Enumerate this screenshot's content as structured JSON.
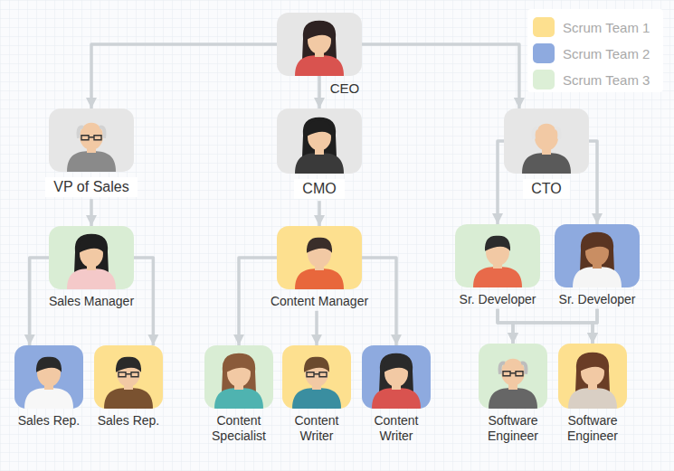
{
  "diagram": {
    "nodes": [
      {
        "text": [
          "CEO"
        ]
      },
      {
        "text": [
          "VP of Sales"
        ]
      },
      {
        "text": [
          "CMO"
        ]
      },
      {
        "text": [
          "CTO"
        ]
      },
      {
        "text": [
          "Sales Manager"
        ]
      },
      {
        "text": [
          "Content Manager"
        ]
      },
      {
        "text": [
          "Sr. Developer"
        ]
      },
      {
        "text": [
          "Sr. Developer"
        ]
      },
      {
        "text": [
          "Sales Rep."
        ]
      },
      {
        "text": [
          "Sales Rep."
        ]
      },
      {
        "text": [
          "Content Specialist"
        ]
      },
      {
        "text": [
          "Content Writer"
        ]
      },
      {
        "text": [
          "Content Writer"
        ]
      },
      {
        "text": [
          "Software Engineer"
        ]
      },
      {
        "text": [
          "Software Engineer"
        ]
      }
    ],
    "edges": [
      {
        "from": 0,
        "to": 1,
        "arrow": "to"
      },
      {
        "from": 0,
        "to": 2,
        "arrow": "to"
      },
      {
        "from": 0,
        "to": 3,
        "arrow": "to"
      },
      {
        "from": 1,
        "to": 4,
        "arrow": "to"
      },
      {
        "from": 4,
        "to": 8,
        "arrow": "to"
      },
      {
        "from": 4,
        "to": 9,
        "arrow": "to"
      },
      {
        "from": 2,
        "to": 5,
        "arrow": "to"
      },
      {
        "from": 5,
        "to": 10,
        "arrow": "to"
      },
      {
        "from": 5,
        "to": 11,
        "arrow": "to"
      },
      {
        "from": 5,
        "to": 12,
        "arrow": "to"
      },
      {
        "from": 3,
        "to": 6,
        "arrow": "to"
      },
      {
        "from": 3,
        "to": 7,
        "arrow": "to"
      },
      {
        "from": 6,
        "to": 13,
        "arrow": "to"
      },
      {
        "from": 6,
        "to": 14,
        "arrow": "to"
      },
      {
        "from": 7,
        "to": 13,
        "arrow": "to"
      },
      {
        "from": 7,
        "to": 14,
        "arrow": "to"
      }
    ],
    "legend": [
      {
        "text": "Scrum Team 1",
        "color": "#fde08f"
      },
      {
        "text": "Scrum Team 2",
        "color": "#8eaadf"
      },
      {
        "text": "Scrum Team 3",
        "color": "#dcefd6"
      }
    ]
  }
}
